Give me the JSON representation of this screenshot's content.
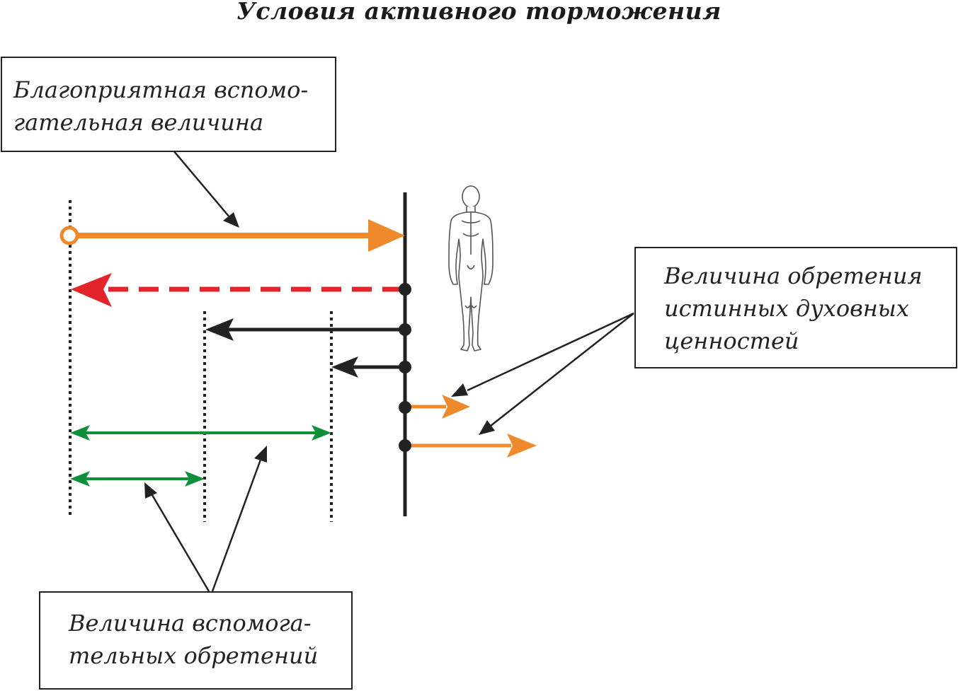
{
  "title": "Условия активного торможения",
  "labels": {
    "aux_value": {
      "line1": "Благоприятная вспомо-",
      "line2": "гательная величина"
    },
    "spiritual_values": {
      "line1": "Величина обретения",
      "line2": "истинных духовных",
      "line3": "ценностей"
    },
    "aux_gains": {
      "line1": "Величина вспомога-",
      "line2": "тельных обретений"
    }
  },
  "colors": {
    "orange": "#ef8a2c",
    "red": "#e3242b",
    "black": "#222222",
    "green": "#0f8f3a"
  }
}
